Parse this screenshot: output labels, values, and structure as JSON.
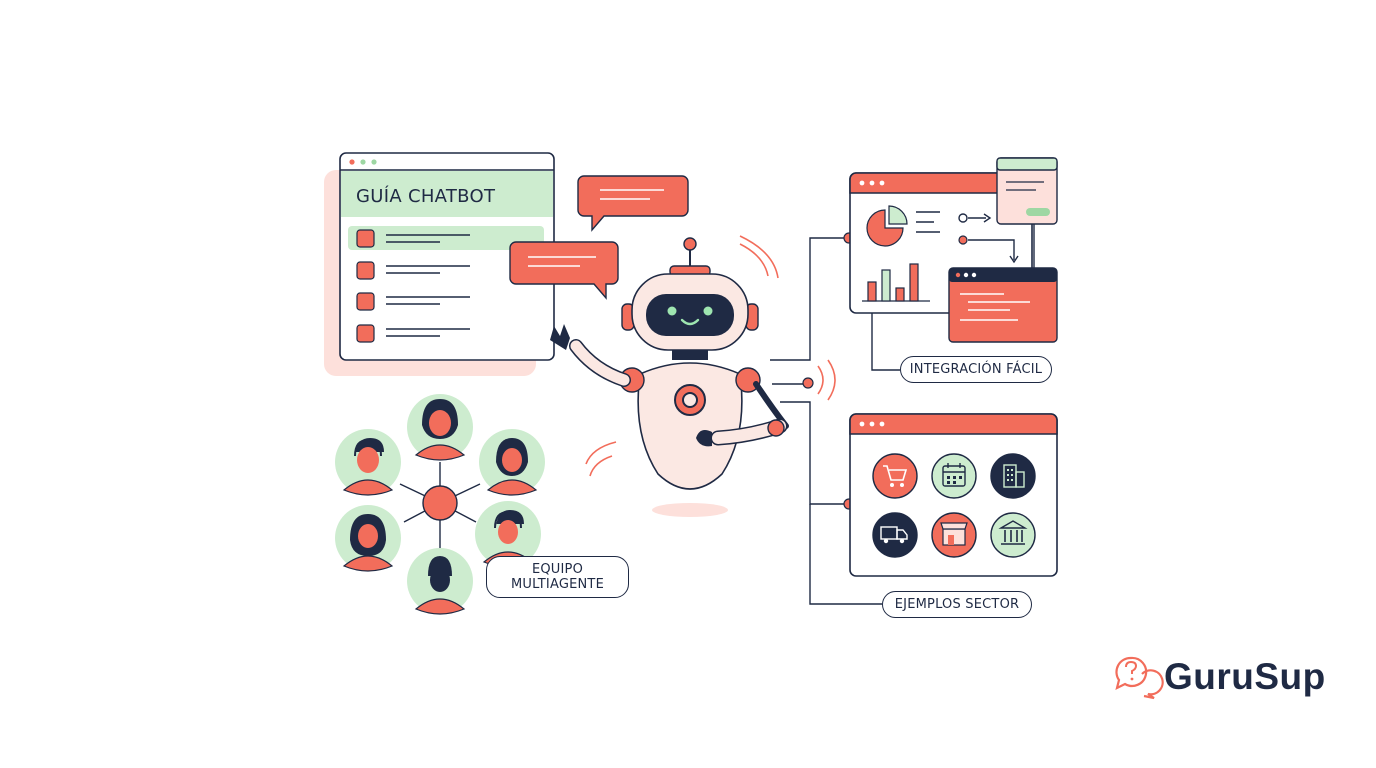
{
  "guide": {
    "title": "GUÍA CHATBOT"
  },
  "labels": {
    "integration": "INTEGRACIÓN FÁCIL",
    "sector_examples": "EJEMPLOS SECTOR",
    "team_line1": "EQUIPO",
    "team_line2": "MULTIAGENTE"
  },
  "brand": {
    "name": "GuruSup",
    "logo_icon": "question-chat-icon"
  },
  "sector_icons": [
    "shopping-cart-icon",
    "calendar-icon",
    "building-icon",
    "truck-icon",
    "store-icon",
    "bank-icon"
  ],
  "colors": {
    "coral": "#f26d5b",
    "navy": "#1f2a44",
    "mint": "#cdeccf",
    "peach": "#fde0db"
  }
}
